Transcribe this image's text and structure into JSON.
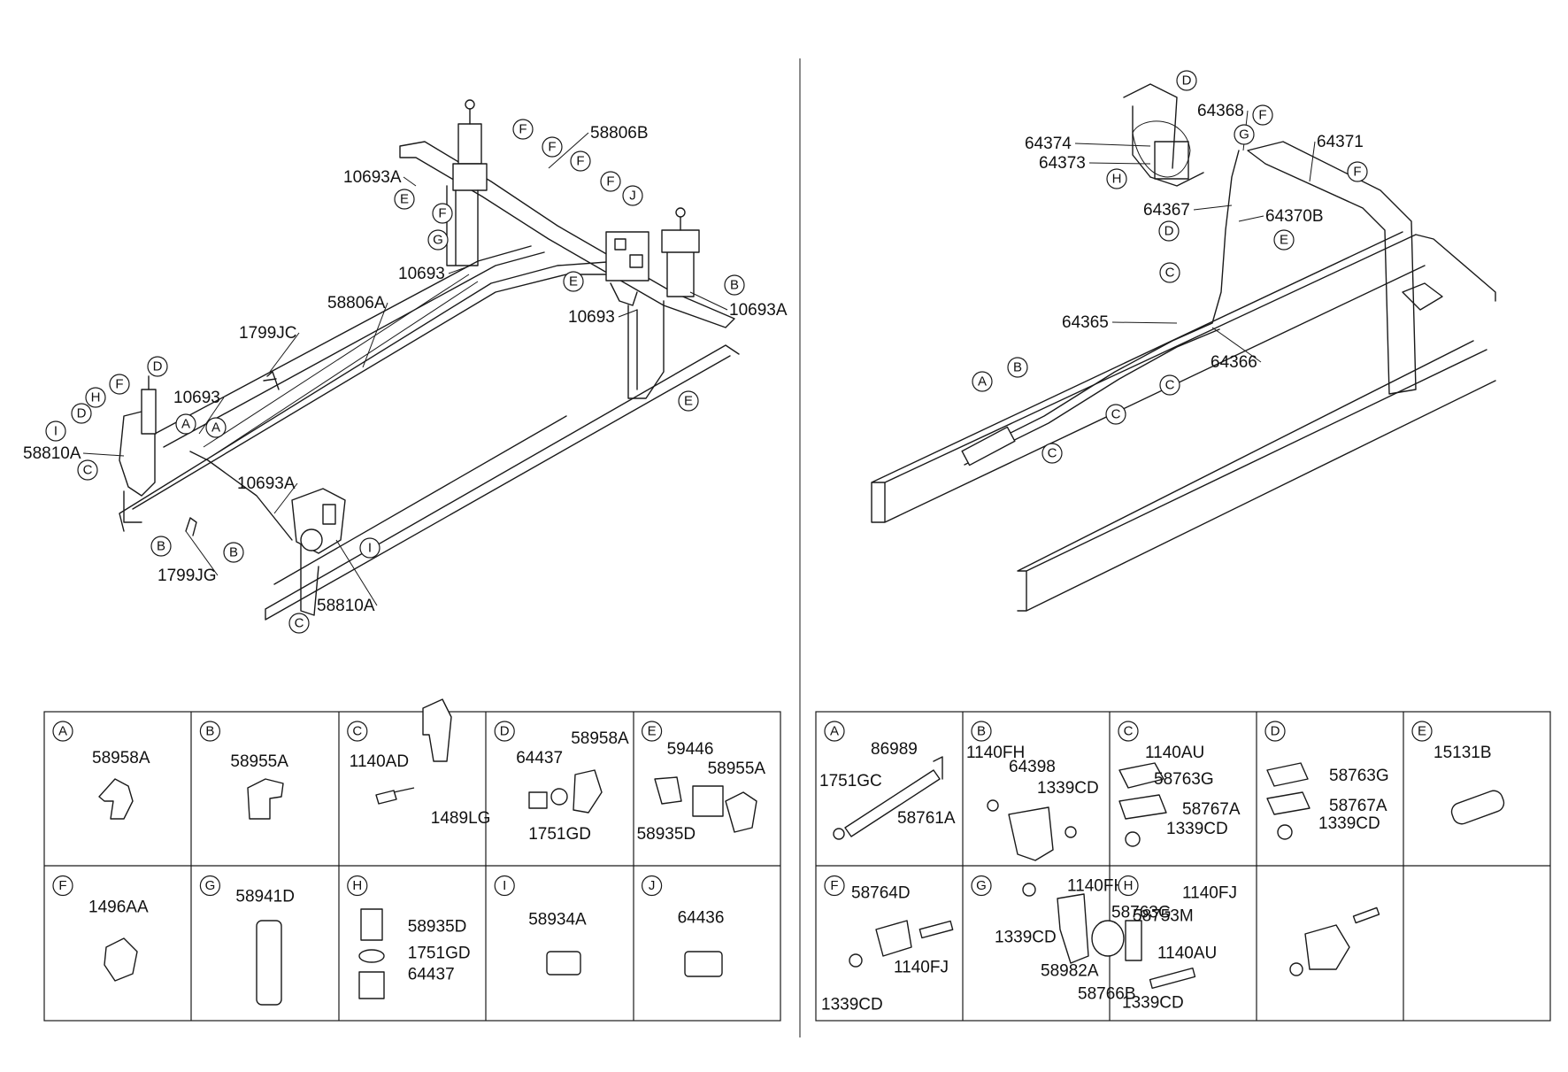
{
  "left_diagram": {
    "callouts": [
      {
        "id": "l1",
        "text": "10693A"
      },
      {
        "id": "l2",
        "text": "58806B"
      },
      {
        "id": "l3",
        "text": "10693"
      },
      {
        "id": "l4",
        "text": "58806A"
      },
      {
        "id": "l5",
        "text": "1799JC"
      },
      {
        "id": "l6",
        "text": "10693"
      },
      {
        "id": "l7",
        "text": "10693A"
      },
      {
        "id": "l8",
        "text": "10693"
      },
      {
        "id": "l9",
        "text": "58810A"
      },
      {
        "id": "l10",
        "text": "10693A"
      },
      {
        "id": "l11",
        "text": "1799JG"
      },
      {
        "id": "l12",
        "text": "58810A"
      }
    ],
    "letters": [
      "F",
      "F",
      "F",
      "F",
      "E",
      "F",
      "G",
      "J",
      "E",
      "B",
      "E",
      "D",
      "F",
      "H",
      "D",
      "A",
      "A",
      "I",
      "C",
      "B",
      "B",
      "I",
      "C"
    ]
  },
  "right_diagram": {
    "callouts": [
      {
        "id": "r1",
        "text": "64368"
      },
      {
        "id": "r2",
        "text": "64374"
      },
      {
        "id": "r3",
        "text": "64373"
      },
      {
        "id": "r4",
        "text": "64371"
      },
      {
        "id": "r5",
        "text": "64367"
      },
      {
        "id": "r6",
        "text": "64370B"
      },
      {
        "id": "r7",
        "text": "64365"
      },
      {
        "id": "r8",
        "text": "64366"
      }
    ],
    "letters": [
      "D",
      "F",
      "G",
      "F",
      "H",
      "D",
      "E",
      "C",
      "A",
      "B",
      "C",
      "C",
      "C"
    ]
  },
  "left_table": {
    "cells": [
      {
        "letter": "A",
        "parts": [
          "58958A"
        ]
      },
      {
        "letter": "B",
        "parts": [
          "58955A"
        ]
      },
      {
        "letter": "C",
        "parts": [
          "1140AD",
          "1489LG"
        ]
      },
      {
        "letter": "D",
        "parts": [
          "58958A",
          "64437",
          "1751GD"
        ]
      },
      {
        "letter": "E",
        "parts": [
          "59446",
          "58955A",
          "58935D"
        ]
      },
      {
        "letter": "F",
        "parts": [
          "1496AA"
        ]
      },
      {
        "letter": "G",
        "parts": [
          "58941D"
        ]
      },
      {
        "letter": "H",
        "parts": [
          "58935D",
          "1751GD",
          "64437"
        ]
      },
      {
        "letter": "I",
        "parts": [
          "58934A"
        ]
      },
      {
        "letter": "J",
        "parts": [
          "64436"
        ]
      }
    ]
  },
  "right_table": {
    "cells": [
      {
        "letter": "A",
        "parts": [
          "86989",
          "1751GC",
          "58761A"
        ]
      },
      {
        "letter": "B",
        "parts": [
          "1140FH",
          "64398",
          "1339CD"
        ]
      },
      {
        "letter": "C",
        "parts": [
          "1140AU",
          "58763G",
          "58767A",
          "1339CD"
        ]
      },
      {
        "letter": "D",
        "parts": [
          "58763G",
          "58767A",
          "1339CD"
        ]
      },
      {
        "letter": "E",
        "parts": [
          "15131B"
        ]
      },
      {
        "letter": "F",
        "parts": [
          "58764D",
          "1140FJ",
          "1339CD"
        ]
      },
      {
        "letter": "G",
        "parts": [
          "1339CD",
          "1140FH",
          "58763G",
          "1140AU",
          "58982A",
          "58766B"
        ]
      },
      {
        "letter": "H",
        "parts": [
          "1140FJ",
          "58753M",
          "1339CD"
        ]
      },
      {
        "letter": "",
        "parts": []
      }
    ]
  }
}
